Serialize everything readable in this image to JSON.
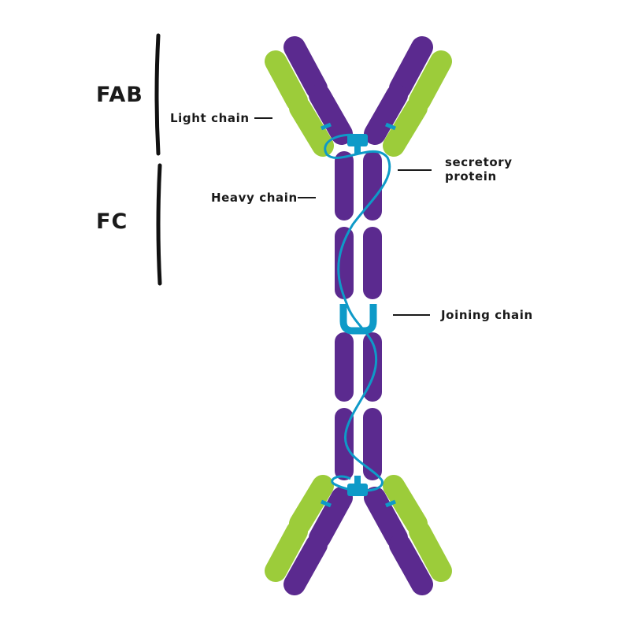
{
  "regions": {
    "fab": "FAB",
    "fc": "FC"
  },
  "labels": {
    "light_chain": "Light chain",
    "heavy_chain": "Heavy chain",
    "secretory_protein_line1": "secretory",
    "secretory_protein_line2": "protein",
    "joining_chain": "Joining chain"
  },
  "colors": {
    "heavy_chain": "#5b2a8f",
    "light_chain": "#9ccc3a",
    "joining": "#0e9ac8",
    "text": "#1a1a1a"
  }
}
